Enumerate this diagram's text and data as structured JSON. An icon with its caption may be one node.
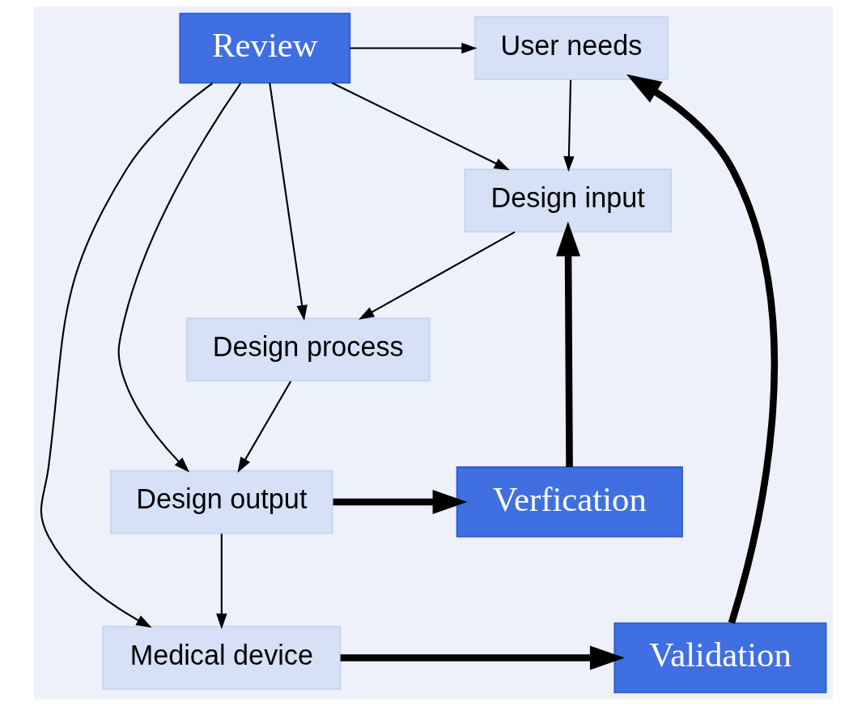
{
  "diagram": {
    "nodes": [
      {
        "text": [
          "User needs"
        ]
      },
      {
        "text": [
          "Review"
        ]
      },
      {
        "text": [
          "Design input"
        ]
      },
      {
        "text": [
          "Design process"
        ]
      },
      {
        "text": [
          "Design output"
        ]
      },
      {
        "text": [
          "Verfication"
        ]
      },
      {
        "text": [
          "Validation"
        ]
      },
      {
        "text": [
          "Medical device"
        ]
      }
    ],
    "edges": [
      {
        "from": 1,
        "to": 0,
        "arrow": "to"
      },
      {
        "from": 1,
        "to": 2,
        "arrow": "to"
      },
      {
        "from": 1,
        "to": 3,
        "arrow": "to"
      },
      {
        "from": 1,
        "to": 4,
        "arrow": "to"
      },
      {
        "from": 1,
        "to": 7,
        "arrow": "to"
      },
      {
        "from": 0,
        "to": 2,
        "arrow": "to"
      },
      {
        "from": 2,
        "to": 3,
        "arrow": "to"
      },
      {
        "from": 3,
        "to": 4,
        "arrow": "to"
      },
      {
        "from": 4,
        "to": 7,
        "arrow": "to"
      },
      {
        "from": 4,
        "to": 5,
        "arrow": "to",
        "style": "thick"
      },
      {
        "from": 5,
        "to": 2,
        "arrow": "to",
        "style": "thick"
      },
      {
        "from": 7,
        "to": 6,
        "arrow": "to",
        "style": "thick"
      },
      {
        "from": 6,
        "to": 0,
        "arrow": "to",
        "style": "thick"
      }
    ]
  }
}
